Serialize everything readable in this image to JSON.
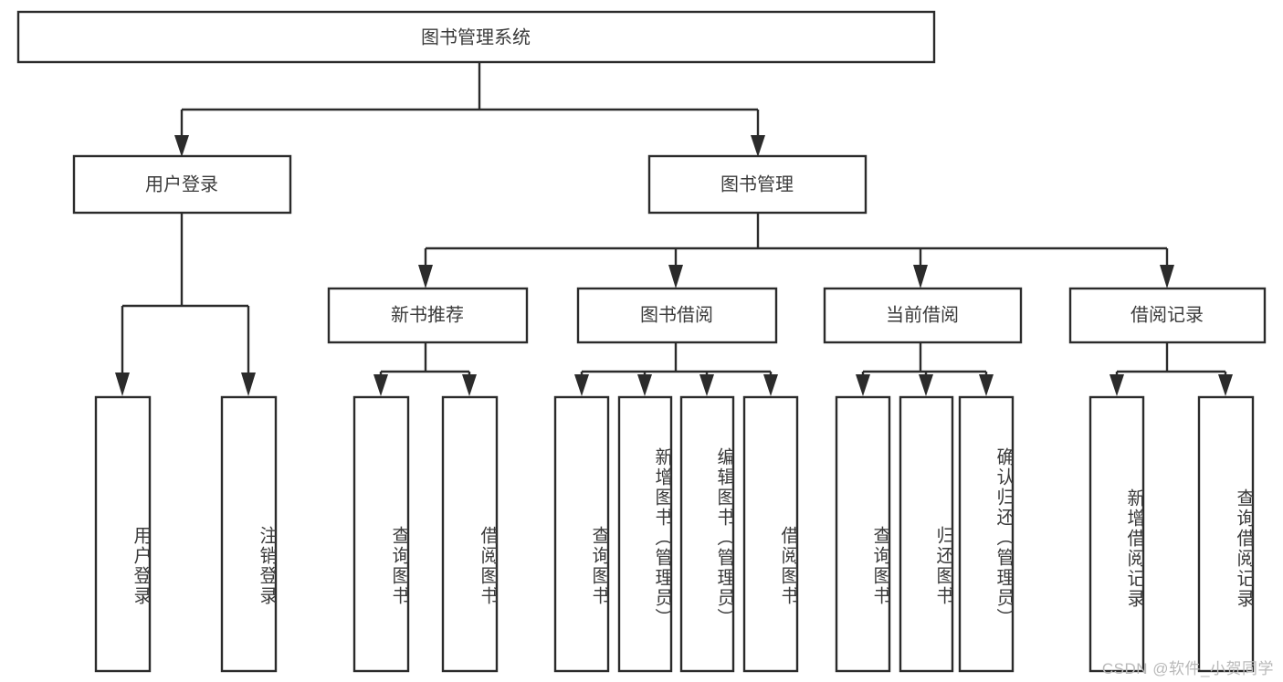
{
  "diagram": {
    "title": "图书管理系统",
    "type": "tree-hierarchy-diagram",
    "background_color": "#ffffff",
    "line_color": "#2b2b2b",
    "text_color": "#3b3b3b",
    "box_fill": "#ffffff"
  },
  "nodes": {
    "root": {
      "label": "图书管理系统"
    },
    "level2": [
      {
        "label": "用户登录"
      },
      {
        "label": "图书管理"
      }
    ],
    "level3": [
      {
        "label": "新书推荐"
      },
      {
        "label": "图书借阅"
      },
      {
        "label": "当前借阅"
      },
      {
        "label": "借阅记录"
      }
    ],
    "leaves": {
      "user_login": [
        {
          "label": "用户登录"
        },
        {
          "label": "注销登录"
        }
      ],
      "new_book_recommend": [
        {
          "label": "查询图书"
        },
        {
          "label": "借阅图书"
        }
      ],
      "book_borrow": [
        {
          "label": "查询图书"
        },
        {
          "label": "新增图书（管理员）"
        },
        {
          "label": "编辑图书（管理员）"
        },
        {
          "label": "借阅图书"
        }
      ],
      "current_borrow": [
        {
          "label": "查询图书"
        },
        {
          "label": "归还图书"
        },
        {
          "label": "确认归还（管理员）"
        }
      ],
      "borrow_records": [
        {
          "label": "新增借阅记录"
        },
        {
          "label": "查询借阅记录"
        }
      ]
    }
  },
  "watermark": {
    "text": "CSDN @软件_小贺同学"
  }
}
